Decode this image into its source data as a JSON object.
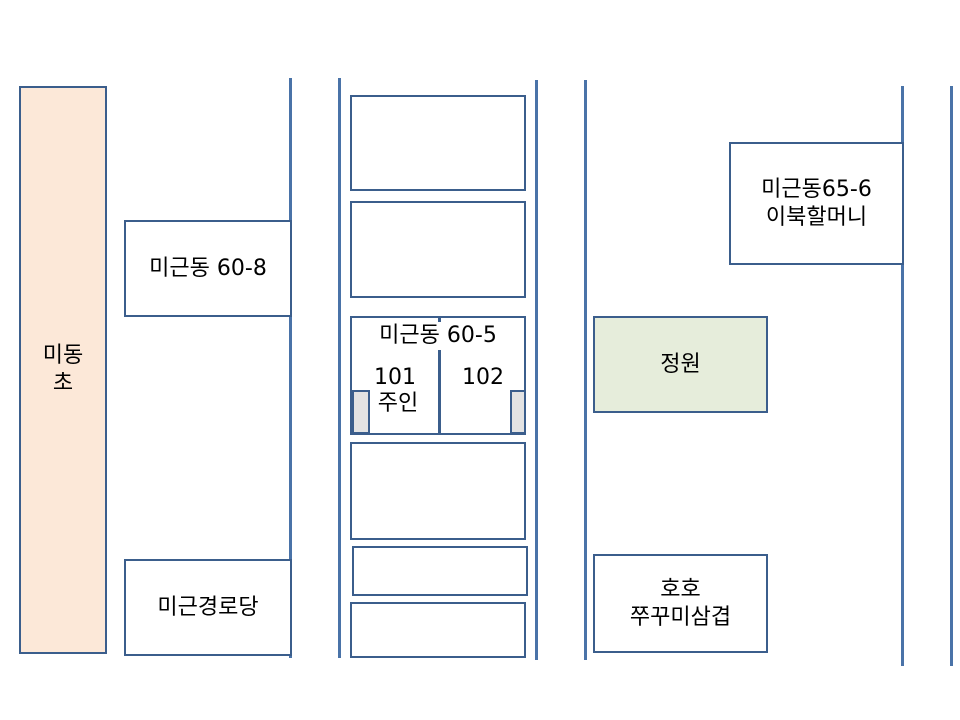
{
  "colors": {
    "road_line": "#4a73a8",
    "box_border": "#3b5e8c",
    "school_fill": "#fce8d8",
    "garden_fill": "#e6eddb",
    "door_fill": "#e3e3e3"
  },
  "school": {
    "line1": "미동",
    "line2": "초"
  },
  "left_column": {
    "building_60_8": "미근동 60-8",
    "senior_center": "미근경로당"
  },
  "center_column": {
    "building_60_5": {
      "title": "미근동 60-5",
      "unit_101_number": "101",
      "unit_101_note": "주인",
      "unit_102_number": "102"
    }
  },
  "right_column": {
    "halmeoni": {
      "line1": "미근동65-6",
      "line2": "이북할머니"
    },
    "garden": "정원",
    "restaurant": {
      "line1": "호호",
      "line2": "쭈꾸미삼겹"
    }
  }
}
